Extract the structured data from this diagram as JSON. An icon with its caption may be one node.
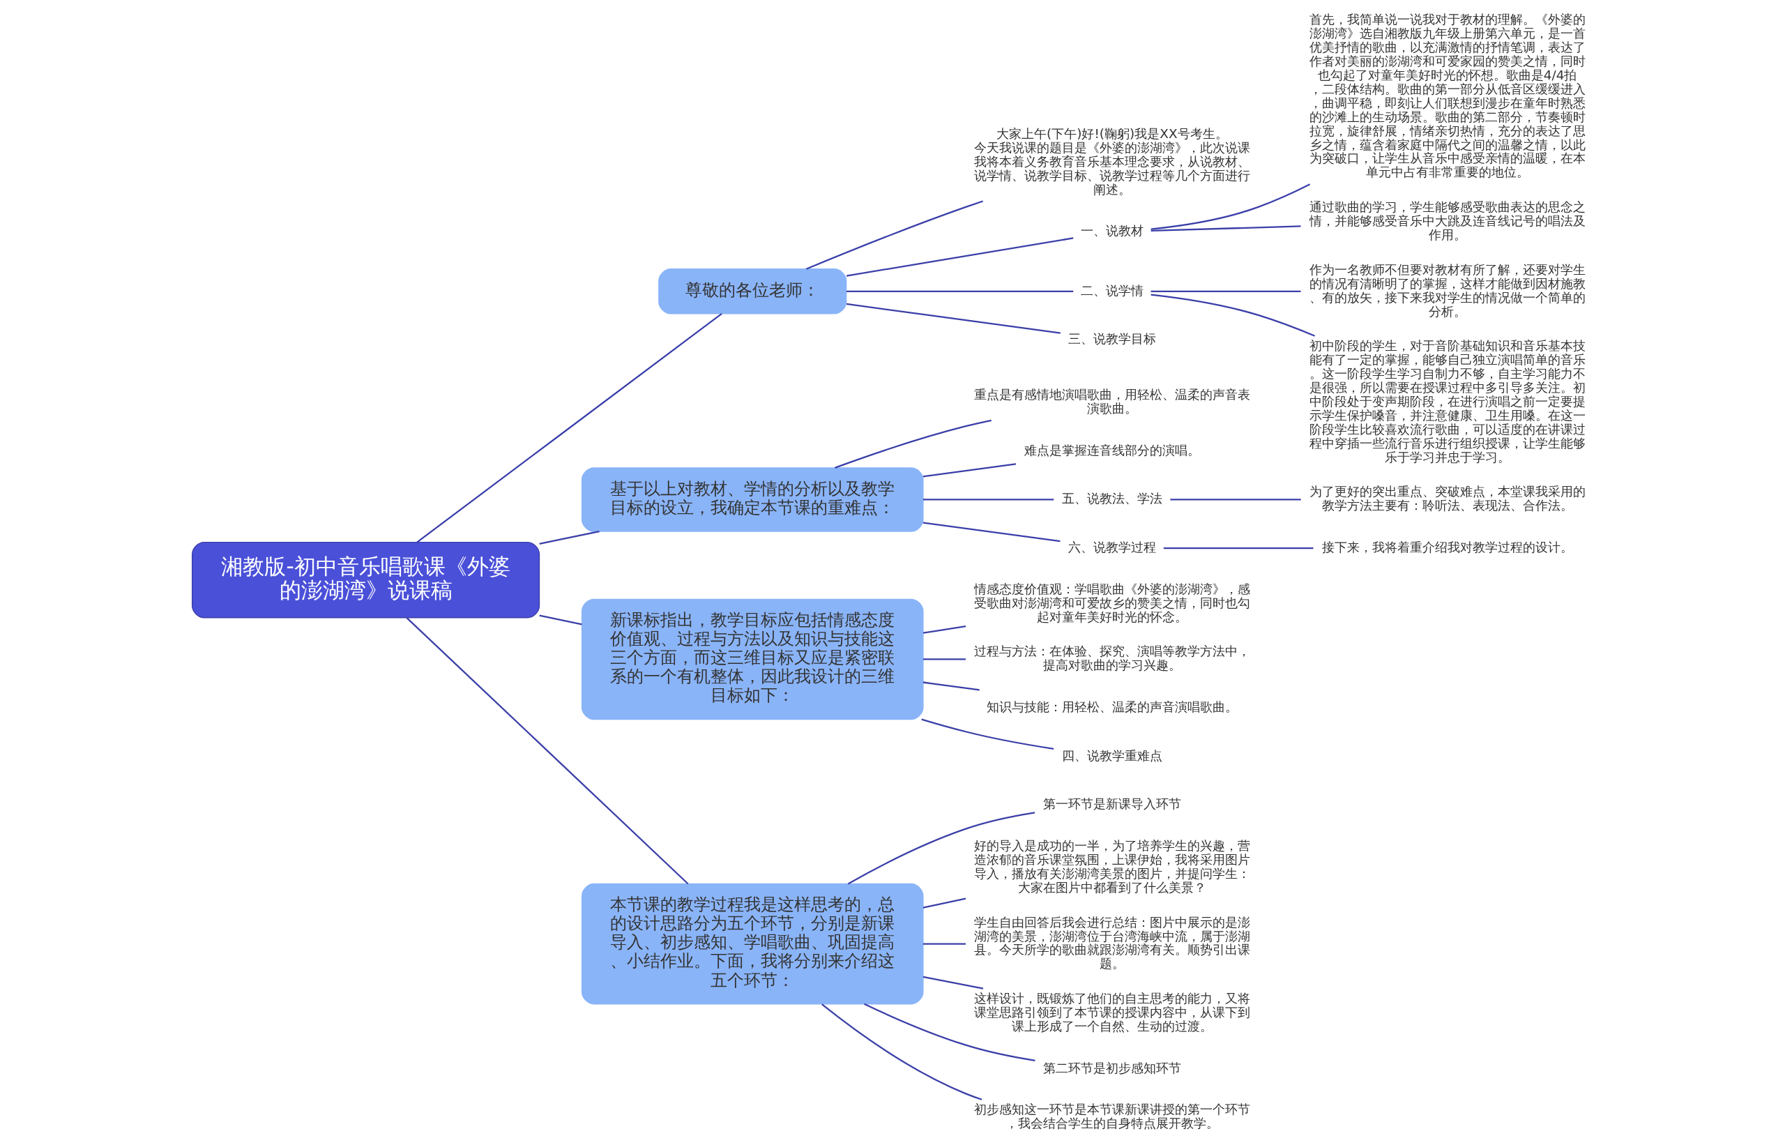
{
  "diagram": {
    "nodes": [
      {
        "text": [
          "湘教版-初中音乐唱歌课《外婆的澎湖湾》说课稿"
        ]
      },
      {
        "text": [
          "尊敬的各位老师："
        ]
      },
      {
        "text": [
          "大家上午(下午)好!(鞠躬)我是XX号考生。今天我说课的题目是《外婆的澎湖湾》，此次说课我将本着义务教育音乐基本理念要求，从说教材、说学情、说教学目标、说教学过程等几个方面进行阐述。"
        ]
      },
      {
        "text": [
          "一、说教材"
        ]
      },
      {
        "text": [
          "首先，我简单说一说我对于教材的理解。《外婆的澎湖湾》选自湘教版九年级上册第六单元，是一首优美抒情的歌曲，以充满激情的抒情笔调，表达了作者对美丽的澎湖湾和可爱家园的赞美之情，同时也勾起了对童年美好时光的怀想。歌曲是4/4拍，二段体结构。歌曲的第一部分从低音区缓缓进入，曲调平稳，即刻让人们联想到漫步在童年时熟悉的沙滩上的生动场景。歌曲的第二部分，节奏顿时拉宽，旋律舒展，情绪亲切热情，充分的表达了思乡之情，蕴含着家庭中隔代之间的温馨之情，以此为突破口，让学生从音乐中感受亲情的温暖，在本单元中占有非常重要的地位。"
        ]
      },
      {
        "text": [
          "通过歌曲的学习，学生能够感受歌曲表达的思念之情，并能够感受音乐中大跳及连音线记号的唱法及作用。"
        ]
      },
      {
        "text": [
          "二、说学情"
        ]
      },
      {
        "text": [
          "作为一名教师不但要对教材有所了解，还要对学生的情况有清晰明了的掌握，这样才能做到因材施教、有的放矢，接下来我对学生的情况做一个简单的分析。"
        ]
      },
      {
        "text": [
          "初中阶段的学生，对于音阶基础知识和音乐基本技能有了一定的掌握，能够自己独立演唱简单的音乐。这一阶段学生学习自制力不够，自主学习能力不是很强，所以需要在授课过程中多引导多关注。初中阶段处于变声期阶段，在进行演唱之前一定要提示学生保护嗓音，并注意健康、卫生用嗓。在这一阶段学生比较喜欢流行歌曲，可以适度的在讲课过程中穿插一些流行音乐进行组织授课，让学生能够乐于学习并忠于学习。"
        ]
      },
      {
        "text": [
          "三、说教学目标"
        ]
      },
      {
        "text": [
          "基于以上对教材、学情的分析以及教学目标的设立，我确定本节课的重难点："
        ]
      },
      {
        "text": [
          "重点是有感情地演唱歌曲，用轻松、温柔的声音表演歌曲。"
        ]
      },
      {
        "text": [
          "难点是掌握连音线部分的演唱。"
        ]
      },
      {
        "text": [
          "五、说教法、学法"
        ]
      },
      {
        "text": [
          "为了更好的突出重点、突破难点，本堂课我采用的教学方法主要有：聆听法、表现法、合作法。"
        ]
      },
      {
        "text": [
          "六、说教学过程"
        ]
      },
      {
        "text": [
          "接下来，我将着重介绍我对教学过程的设计。"
        ]
      },
      {
        "text": [
          "新课标指出，教学目标应包括情感态度价值观、过程与方法以及知识与技能这三个方面，而这三维目标又应是紧密联系的一个有机整体，因此我设计的三维目标如下："
        ]
      },
      {
        "text": [
          "情感态度价值观：学唱歌曲《外婆的澎湖湾》，感受歌曲对澎湖湾和可爱故乡的赞美之情，同时也勾起对童年美好时光的怀念。"
        ]
      },
      {
        "text": [
          "过程与方法：在体验、探究、演唱等教学方法中，提高对歌曲的学习兴趣。"
        ]
      },
      {
        "text": [
          "知识与技能：用轻松、温柔的声音演唱歌曲。"
        ]
      },
      {
        "text": [
          "四、说教学重难点"
        ]
      },
      {
        "text": [
          "本节课的教学过程我是这样思考的，总的设计思路分为五个环节，分别是新课导入、初步感知、学唱歌曲、巩固提高、小结作业。下面，我将分别来介绍这五个环节："
        ]
      },
      {
        "text": [
          "第一环节是新课导入环节"
        ]
      },
      {
        "text": [
          "好的导入是成功的一半，为了培养学生的兴趣，营造浓郁的音乐课堂氛围，上课伊始，我将采用图片导入，播放有关澎湖湾美景的图片，并提问学生：大家在图片中都看到了什么美景？"
        ]
      },
      {
        "text": [
          "学生自由回答后我会进行总结：图片中展示的是澎湖湾的美景，澎湖湾位于台湾海峡中流，属于澎湖县。今天所学的歌曲就跟澎湖湾有关。顺势引出课题。"
        ]
      },
      {
        "text": [
          "这样设计，既锻炼了他们的自主思考的能力，又将课堂思路引领到了本节课的授课内容中，从课下到课上形成了一个自然、生动的过渡。"
        ]
      },
      {
        "text": [
          "第二环节是初步感知环节"
        ]
      },
      {
        "text": [
          "初步感知这一环节是本节课新课讲授的第一个环节，我会结合学生的自身特点展开教学。"
        ]
      }
    ],
    "edges": [
      {
        "from": 0,
        "to": 1,
        "arrow": "none"
      },
      {
        "from": 1,
        "to": 2,
        "arrow": "none"
      },
      {
        "from": 1,
        "to": 3,
        "arrow": "none"
      },
      {
        "from": 3,
        "to": 4,
        "arrow": "none"
      },
      {
        "from": 3,
        "to": 5,
        "arrow": "none"
      },
      {
        "from": 1,
        "to": 6,
        "arrow": "none"
      },
      {
        "from": 6,
        "to": 7,
        "arrow": "none"
      },
      {
        "from": 6,
        "to": 8,
        "arrow": "none"
      },
      {
        "from": 1,
        "to": 9,
        "arrow": "none"
      },
      {
        "from": 0,
        "to": 10,
        "arrow": "none"
      },
      {
        "from": 10,
        "to": 11,
        "arrow": "none"
      },
      {
        "from": 10,
        "to": 12,
        "arrow": "none"
      },
      {
        "from": 10,
        "to": 13,
        "arrow": "none"
      },
      {
        "from": 13,
        "to": 14,
        "arrow": "none"
      },
      {
        "from": 10,
        "to": 15,
        "arrow": "none"
      },
      {
        "from": 15,
        "to": 16,
        "arrow": "none"
      },
      {
        "from": 0,
        "to": 17,
        "arrow": "none"
      },
      {
        "from": 17,
        "to": 18,
        "arrow": "none"
      },
      {
        "from": 17,
        "to": 19,
        "arrow": "none"
      },
      {
        "from": 17,
        "to": 20,
        "arrow": "none"
      },
      {
        "from": 17,
        "to": 21,
        "arrow": "none"
      },
      {
        "from": 0,
        "to": 22,
        "arrow": "none"
      },
      {
        "from": 22,
        "to": 23,
        "arrow": "none"
      },
      {
        "from": 22,
        "to": 24,
        "arrow": "none"
      },
      {
        "from": 22,
        "to": 25,
        "arrow": "none"
      },
      {
        "from": 22,
        "to": 26,
        "arrow": "none"
      },
      {
        "from": 22,
        "to": 27,
        "arrow": "none"
      },
      {
        "from": 22,
        "to": 28,
        "arrow": "none"
      }
    ]
  }
}
